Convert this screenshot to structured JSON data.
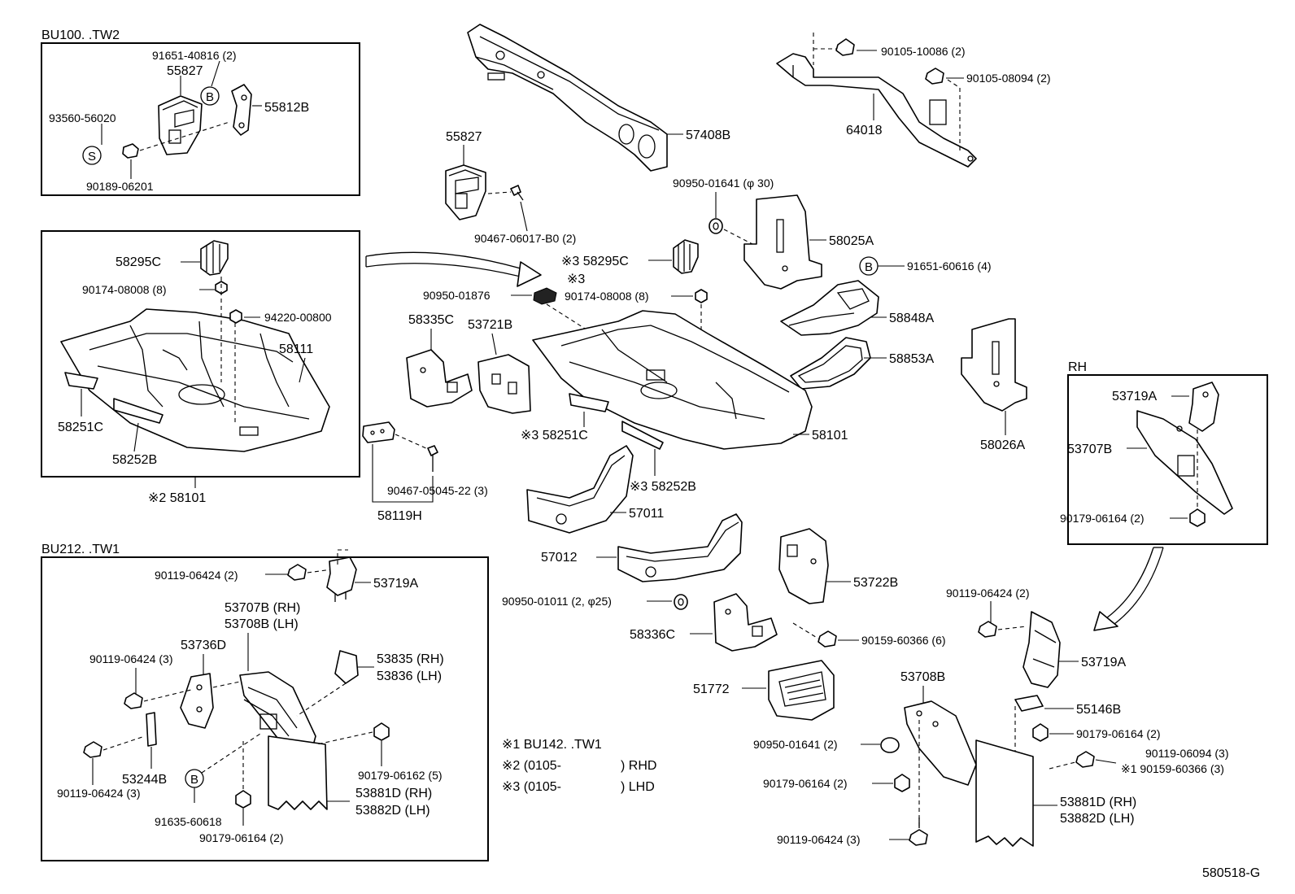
{
  "insets": {
    "tw2": {
      "header": "BU100. .TW2"
    },
    "tw1": {
      "header": "BU212. .TW1"
    },
    "rh": {
      "header": "RH"
    }
  },
  "circle_letters": {
    "b": "B",
    "s": "S"
  },
  "parts": {
    "p_91651_40816": "91651-40816 (2)",
    "p_55827_a": "55827",
    "p_55812b": "55812B",
    "p_93560_56020": "93560-56020",
    "p_90189_06201": "90189-06201",
    "p_58295c_a": "58295C",
    "p_90174_08008_a": "90174-08008 (8)",
    "p_94220_00800": "94220-00800",
    "p_58111": "58111",
    "p_58251c_a": "58251C",
    "p_58252b_a": "58252B",
    "p_x2_58101": "※2 58101",
    "p_57408b": "57408B",
    "p_55827_b": "55827",
    "p_90467_06017": "90467-06017-B0 (2)",
    "p_90105_10086": "90105-10086 (2)",
    "p_90105_08094": "90105-08094 (2)",
    "p_64018": "64018",
    "p_90950_01641_a": "90950-01641 (φ 30)",
    "p_58025a": "58025A",
    "p_x3_58295c": "※3 58295C",
    "p_x3_note": "※3",
    "p_90950_01876": "90950-01876",
    "p_90174_08008_b": "90174-08008 (8)",
    "p_91651_60616": "91651-60616 (4)",
    "p_58848a": "58848A",
    "p_58335c": "58335C",
    "p_53721b": "53721B",
    "p_58853a": "58853A",
    "p_58026a": "58026A",
    "p_58101": "58101",
    "p_x3_58251c": "※3 58251C",
    "p_x3_58252b": "※3 58252B",
    "p_90467_05045": "90467-05045-22 (3)",
    "p_58119h": "58119H",
    "p_57011": "57011",
    "p_57012": "57012",
    "p_90950_01011": "90950-01011 (2, φ25)",
    "p_53722b": "53722B",
    "p_58336c": "58336C",
    "p_90159_60366_a": "90159-60366 (6)",
    "p_51772": "51772",
    "p_53719a_rh": "53719A",
    "p_53707b_rh": "53707B",
    "p_90179_06164_rh": "90179-06164 (2)",
    "p_90119_06424_tw1a": "90119-06424 (2)",
    "p_53719a_tw1": "53719A",
    "p_53707b_tw1": "53707B (RH)",
    "p_53708b_tw1": "53708B (LH)",
    "p_53736d": "53736D",
    "p_90119_06424_tw1b": "90119-06424 (3)",
    "p_53835": "53835 (RH)",
    "p_53836": "53836 (LH)",
    "p_53244b": "53244B",
    "p_90119_06424_tw1c": "90119-06424 (3)",
    "p_90179_06162": "90179-06162 (5)",
    "p_53881d_tw1": "53881D (RH)",
    "p_53882d_tw1": "53882D (LH)",
    "p_91635_60618": "91635-60618",
    "p_90179_06164_tw1": "90179-06164 (2)",
    "p_90119_06424_br_a": "90119-06424 (2)",
    "p_53719a_br": "53719A",
    "p_53708b_br": "53708B",
    "p_55146b": "55146B",
    "p_90179_06164_br_a": "90179-06164 (2)",
    "p_90119_06094": "90119-06094 (3)",
    "p_x1_90159": "※1 90159-60366 (3)",
    "p_90950_01641_b": "90950-01641 (2)",
    "p_90179_06164_br_b": "90179-06164 (2)",
    "p_53881d_br": "53881D (RH)",
    "p_53882d_br": "53882D (LH)",
    "p_90119_06424_br_b": "90119-06424 (3)"
  },
  "notes": {
    "n1": "※1 BU142. .TW1",
    "n2_code": "※2 (0105-",
    "n2_tag": ") RHD",
    "n3_code": "※3 (0105-",
    "n3_tag": ") LHD"
  },
  "diagram_id": "580518-G"
}
